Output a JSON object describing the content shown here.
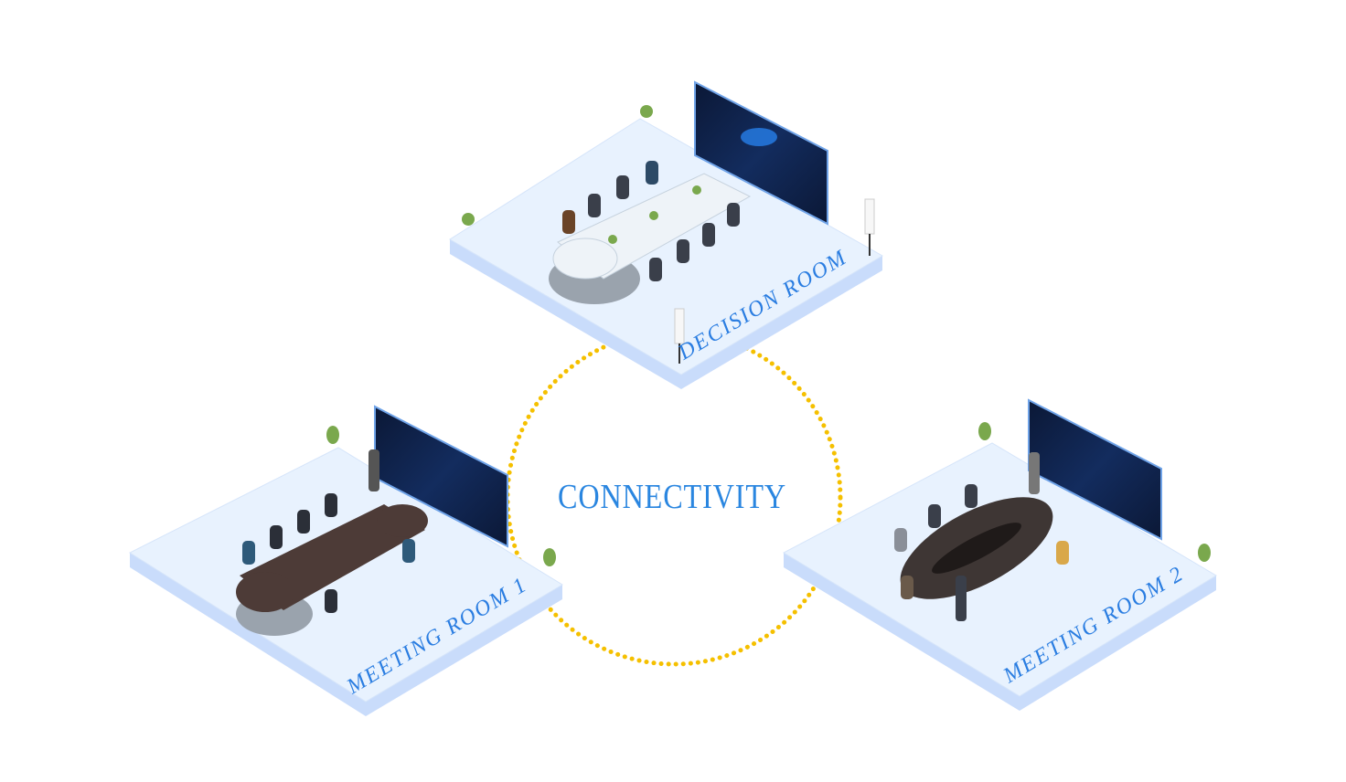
{
  "center": {
    "label": "CONNECTIVITY"
  },
  "rooms": [
    {
      "label": "DECISION ROOM"
    },
    {
      "label": "MEETING ROOM 1"
    },
    {
      "label": "MEETING ROOM 2"
    }
  ],
  "colors": {
    "accent_text": "#2a7de1",
    "dots": "#f5c000",
    "platform_top": "#e8f2fe",
    "platform_edge": "#c9dcfb",
    "screen": "#0c1a3a",
    "table_dark": "#4a3a36",
    "table_light": "#e9f0f7"
  }
}
